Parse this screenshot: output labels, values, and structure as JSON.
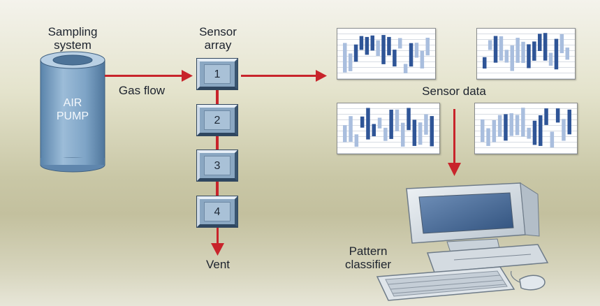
{
  "labels": {
    "sampling_system": [
      "Sampling",
      "system"
    ],
    "air_pump": [
      "AIR",
      "PUMP"
    ],
    "gas_flow": "Gas flow",
    "sensor_array": [
      "Sensor",
      "array"
    ],
    "vent": "Vent",
    "sensor_data": "Sensor data",
    "pattern_classifier": [
      "Pattern",
      "classifier"
    ]
  },
  "sensors": [
    "1",
    "2",
    "3",
    "4"
  ],
  "colors": {
    "arrow": "#c8242b",
    "pump": "#7fa6c8",
    "sensor": "#8aa7c2",
    "bar_dark": "#2f5597",
    "bar_light": "#a9bede",
    "monitor": "#dfe5ea"
  },
  "icons": [
    "pump-cylinder-icon",
    "monitor-icon",
    "keyboard-icon",
    "mouse-icon",
    "arrow-icon"
  ]
}
